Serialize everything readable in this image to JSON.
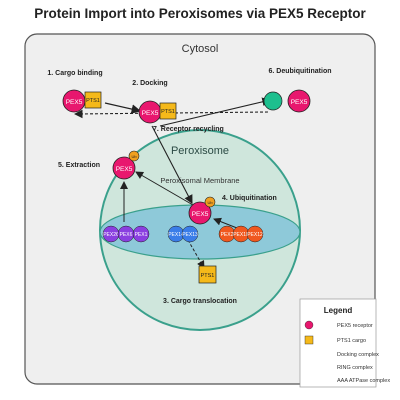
{
  "title": "Protein Import into Peroxisomes via PEX5 Receptor",
  "regions": {
    "cytosol": "Cytosol",
    "peroxisome": "Peroxisome",
    "membrane": "Peroxisomal Membrane"
  },
  "steps": {
    "cargo_binding": "1. Cargo binding",
    "docking": "2. Docking",
    "cargo_translocation": "3. Cargo translocation",
    "ubiquitination": "4. Ubiquitination",
    "extraction": "5. Extraction",
    "deubiquitination": "6. Deubiquitination",
    "receptor_recycling": "7. Receptor recycling"
  },
  "molecules": {
    "pex5": "PEX5",
    "pts1": "PTS1",
    "ub": "Ub",
    "docking_complex": [
      "PEX14",
      "PEX13"
    ],
    "ring_complex": [
      "PEX2",
      "PEX10",
      "PEX12"
    ],
    "aaa_complex": [
      "PEX26",
      "PEX6",
      "PEX1"
    ]
  },
  "legend": {
    "title": "Legend",
    "items": [
      "PEX5 receptor",
      "PTS1 cargo",
      "Docking complex",
      "RING complex",
      "AAA ATPase complex"
    ]
  },
  "colors": {
    "pex5": "#e8176e",
    "pts1": "#f5b91a",
    "ub": "#f0a020",
    "deub": "#1dbf8e",
    "docking": "#3a7de8",
    "ring": "#f0581f",
    "aaa": "#8a3fe0",
    "peroxisome_fill": "#cfe6dc",
    "peroxisome_stroke": "#3aa08c",
    "membrane_fill": "#8ec9d9"
  }
}
